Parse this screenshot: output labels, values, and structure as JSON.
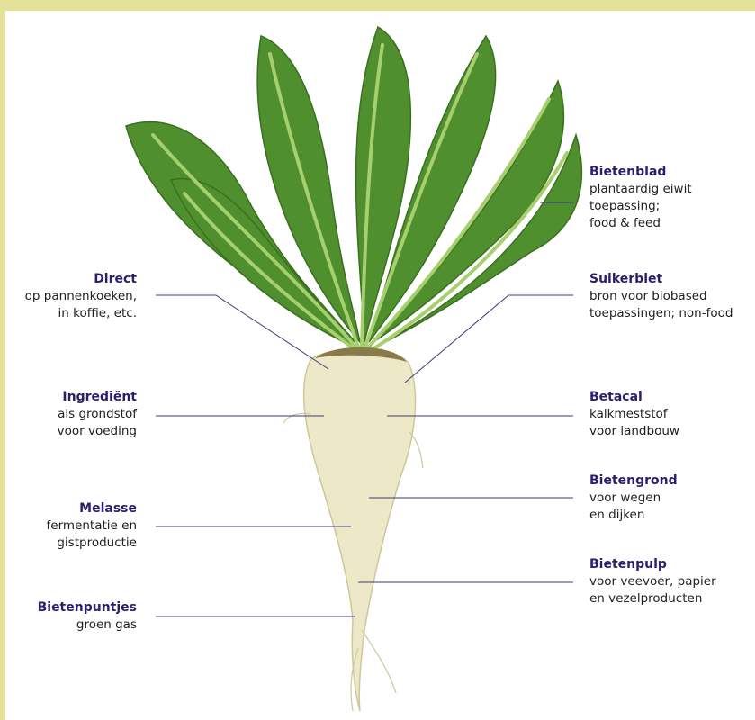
{
  "colors": {
    "frame": "#e4e29a",
    "panel": "#ffffff",
    "title_text": "#2a1f6e",
    "body_text": "#1f1f1f",
    "leader_line": "#3d3a78",
    "leaf": "#4f8f2e",
    "stem": "#8fbf5a",
    "root": "#ede8c8"
  },
  "labels_left": [
    {
      "title": "Direct",
      "lines": [
        "op pannenkoeken,",
        "in koffie, etc."
      ]
    },
    {
      "title": "Ingrediënt",
      "lines": [
        "als grondstof",
        "voor voeding"
      ]
    },
    {
      "title": "Melasse",
      "lines": [
        "fermentatie en",
        "gistproductie"
      ]
    },
    {
      "title": "Bietenpuntjes",
      "lines": [
        "groen gas"
      ]
    }
  ],
  "labels_right": [
    {
      "title": "Bietenblad",
      "lines": [
        "plantaardig eiwit",
        "toepassing;",
        "food & feed"
      ]
    },
    {
      "title": "Suikerbiet",
      "lines": [
        "bron voor biobased",
        "toepassingen; non-food"
      ]
    },
    {
      "title": "Betacal",
      "lines": [
        "kalkmeststof",
        "voor landbouw"
      ]
    },
    {
      "title": "Bietengrond",
      "lines": [
        "voor wegen",
        "en dijken"
      ]
    },
    {
      "title": "Bietenpulp",
      "lines": [
        "voor veevoer, papier",
        "en vezelproducten"
      ]
    }
  ]
}
